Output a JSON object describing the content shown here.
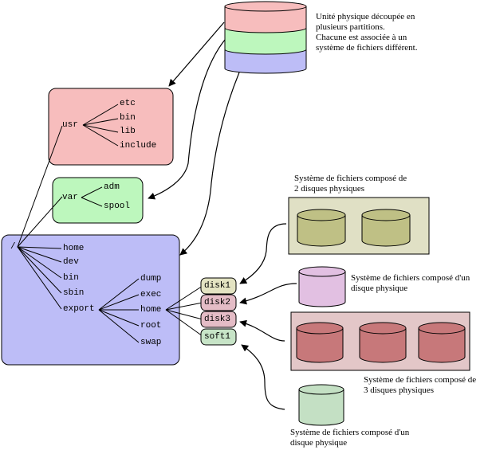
{
  "colors": {
    "pink": "#f7bdbd",
    "green": "#bdf7bd",
    "blue": "#bdbdf7",
    "olive": "#bfc085",
    "olive_box": "#e0e0c5",
    "lilac": "#e2c0e2",
    "red_disk": "#c7787a",
    "red_box": "#e3c7c8",
    "mint": "#c4e0c4",
    "tag_olive": "#e3e3c2",
    "tag_pink": "#e4bcc6",
    "tag_mint": "#c7e4c7"
  },
  "captions": {
    "physical_unit": [
      "Unité physique découpée en",
      "plusieurs partitions.",
      "Chacune est associée à un",
      "système de fichiers différent."
    ],
    "fs_two_disks": [
      "Système de fichiers composé de",
      "2 disques physiques"
    ],
    "fs_one_disk_a": [
      "Système de fichiers composé d'un",
      "disque physique"
    ],
    "fs_three_disks": [
      "Système de fichiers composé de",
      "3 disques physiques"
    ],
    "fs_one_disk_b": [
      "Système de fichiers composé d'un",
      "disque physique"
    ]
  },
  "usr_tree": {
    "root": "usr",
    "children": [
      "etc",
      "bin",
      "lib",
      "include"
    ]
  },
  "var_tree": {
    "root": "var",
    "children": [
      "adm",
      "spool"
    ]
  },
  "root_tree": {
    "root": "/",
    "children": [
      "home",
      "dev",
      "bin",
      "sbin",
      "export"
    ],
    "export_children": [
      "dump",
      "exec",
      "home",
      "root",
      "swap"
    ]
  },
  "disk_tags": [
    "disk1",
    "disk2",
    "disk3",
    "soft1"
  ]
}
